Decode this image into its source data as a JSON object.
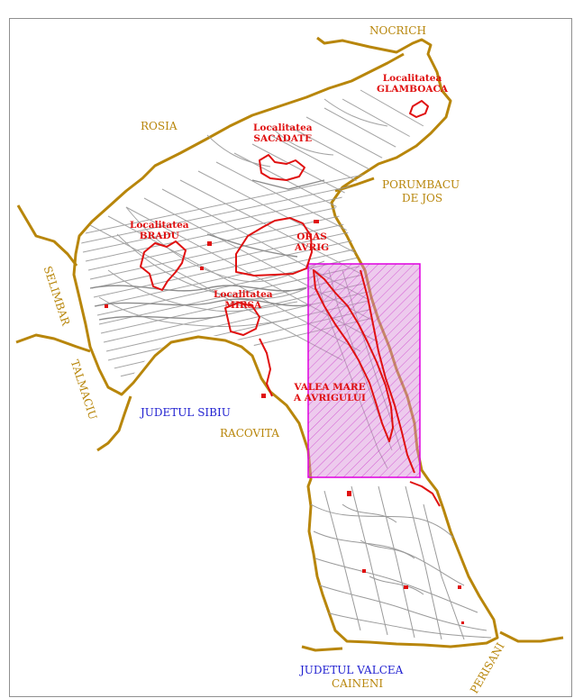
{
  "neighbors": {
    "nocrich": "NOCRICH",
    "rosia": "ROSIA",
    "porumbacu_line1": "PORUMBACU",
    "porumbacu_line2": "DE JOS",
    "selimbar": "SELIMBAR",
    "talmaciu": "TALMACIU",
    "racovita": "RACOVITA",
    "caineni": "CAINENI",
    "perisani": "PERISANI"
  },
  "counties": {
    "sibiu": "JUDETUL SIBIU",
    "valcea": "JUDETUL VALCEA"
  },
  "localities": {
    "glamboaca": [
      "Localitatea",
      "GLAMBOACA"
    ],
    "sacadate": [
      "Localitatea",
      "SACADATE"
    ],
    "bradu": [
      "Localitatea",
      "BRADU"
    ],
    "avrig": [
      "ORAS",
      "AVRIG"
    ],
    "mirsa": [
      "Localitatea",
      "MIRSA"
    ],
    "valea_mare": [
      "VALEA MARE",
      "A AVRIGULUI"
    ]
  },
  "colors": {
    "boundary": "#b8860b",
    "network": "#9a9a9a",
    "locality": "#e01010",
    "highlight_fill": "#d68ad6",
    "highlight_border": "#e000e0",
    "county_label": "#1f1fd0"
  }
}
